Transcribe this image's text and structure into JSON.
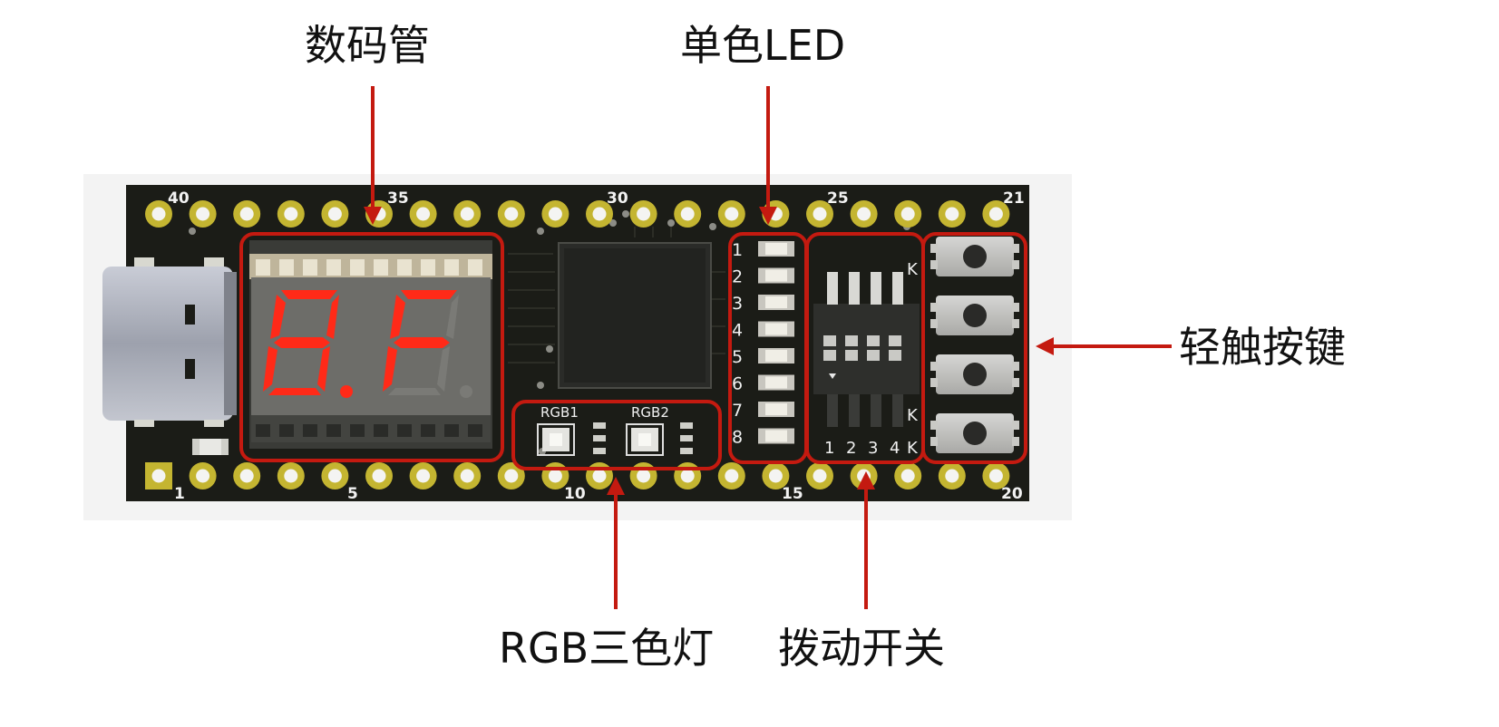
{
  "callouts": {
    "seven_segment": "数码管",
    "single_led": "单色LED",
    "tact_switch": "轻触按键",
    "rgb_led": "RGB三色灯",
    "dip_switch": "拨动开关"
  },
  "board": {
    "pin_labels": [
      "40",
      "35",
      "30",
      "25",
      "21",
      "1",
      "5",
      "10",
      "15",
      "20"
    ],
    "rgb_labels": [
      "RGB1",
      "RGB2"
    ],
    "led_numbers": [
      "1",
      "2",
      "3",
      "4",
      "5",
      "6",
      "7",
      "8"
    ],
    "dip_numbers": [
      "1",
      "2",
      "3",
      "4"
    ],
    "dip_side_letter": "K"
  },
  "colors": {
    "annotation_red": "#c41a10",
    "pcb": "#1b1c17",
    "pad": "#c4b531",
    "segment_on": "#ff2a18"
  }
}
